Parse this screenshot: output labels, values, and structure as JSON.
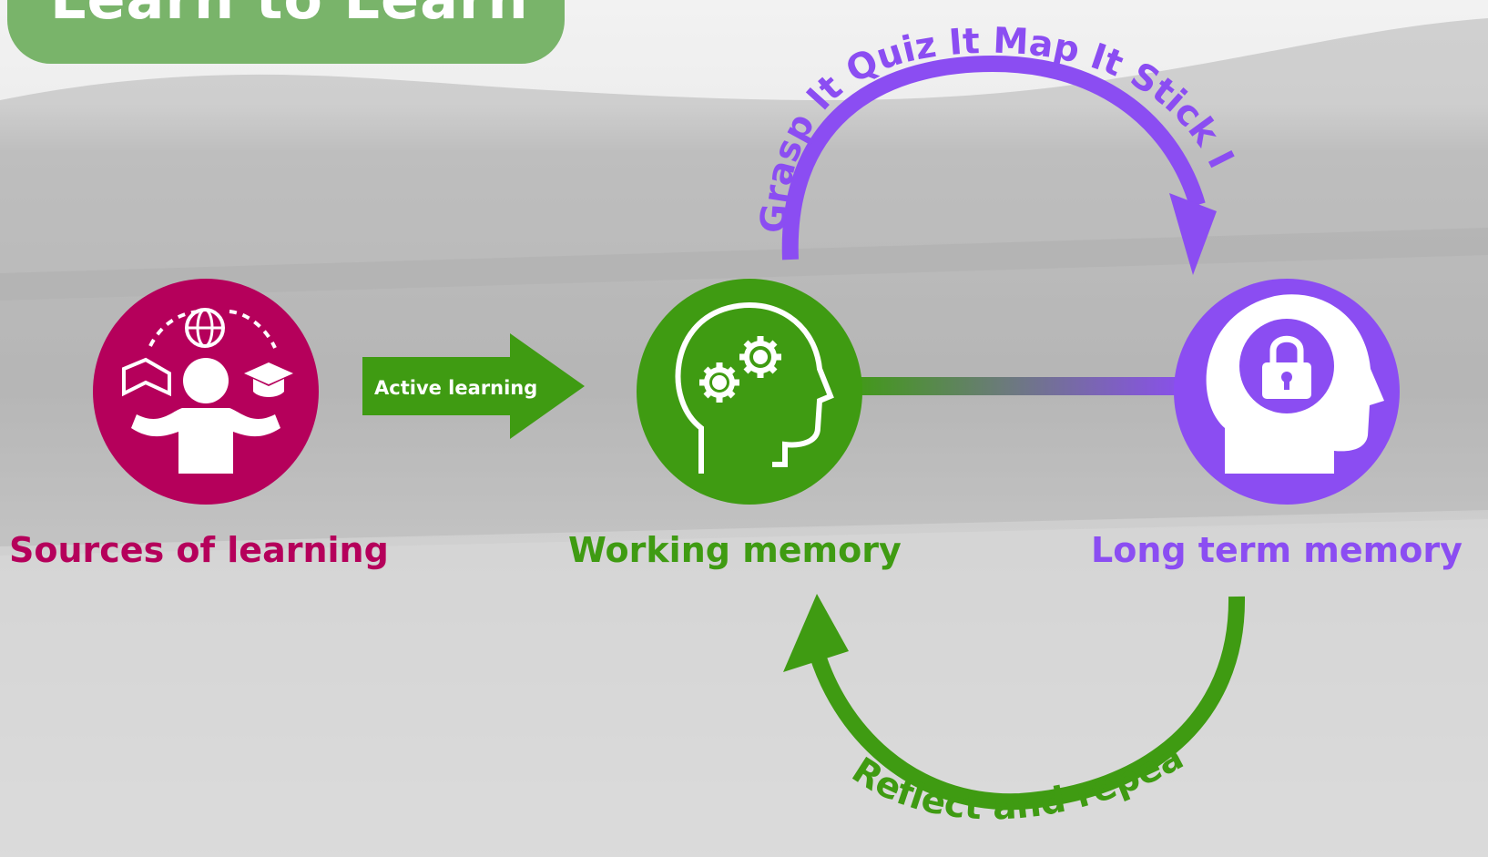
{
  "title": "Learn to Learn",
  "nodes": {
    "sources": {
      "label": "Sources of learning",
      "color": "#b5005b"
    },
    "working": {
      "label": "Working memory",
      "color": "#3f9b12"
    },
    "longterm": {
      "label": "Long term memory",
      "color": "#8b4df2"
    }
  },
  "arrows": {
    "active_learning": {
      "label": "Active learning",
      "color": "#3f9b12"
    },
    "top_loop": {
      "label": "Grasp It Quiz It Map It Stick It",
      "color": "#8b4df2"
    },
    "bottom_loop": {
      "label": "Reflect and repeat",
      "color": "#3f9b12"
    }
  },
  "icons": {
    "sources": "person-juggling-globe-book-cap-icon",
    "working": "head-with-gears-icon",
    "longterm": "head-with-padlock-icon"
  }
}
